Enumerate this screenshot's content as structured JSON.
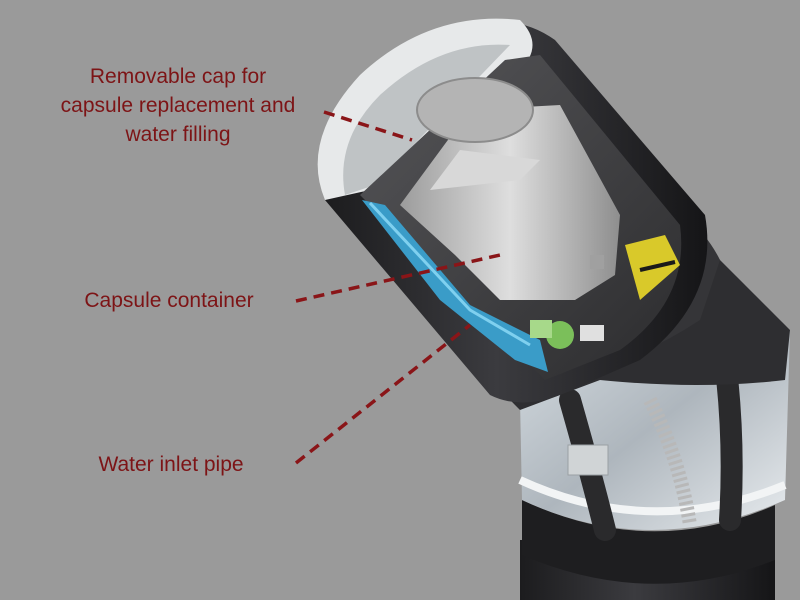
{
  "labels": {
    "cap": {
      "line1": "Removable cap for",
      "line2": "capsule replacement and",
      "line3": "water filling"
    },
    "container": "Capsule container",
    "inlet": "Water inlet pipe"
  },
  "colors": {
    "background": "#9a9a9a",
    "label_text": "#7d1416",
    "leader_line": "#8a1518",
    "pipe_body": "#2b2b2e",
    "water_channel": "#3a9cc8",
    "capsule": "#c8c8c8"
  }
}
